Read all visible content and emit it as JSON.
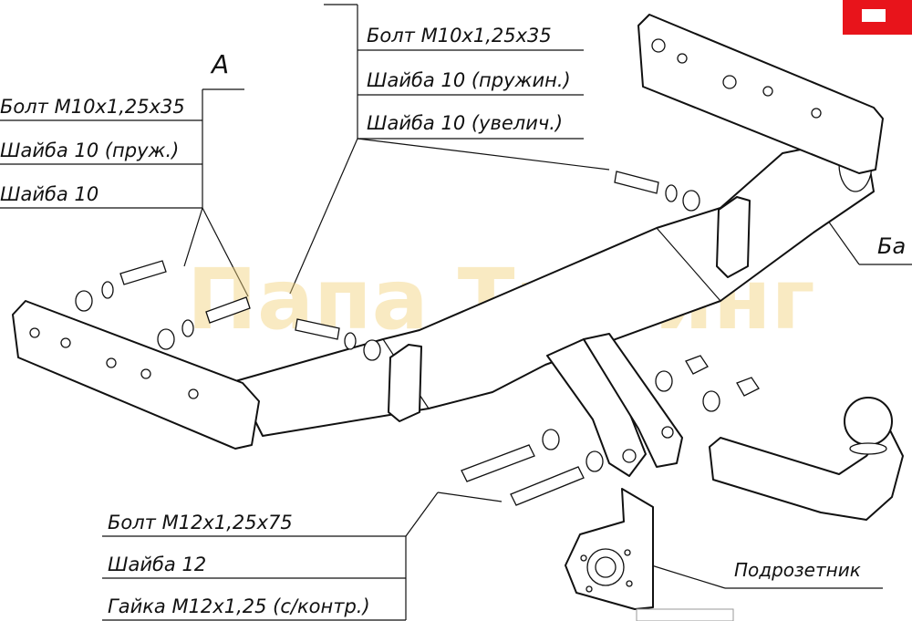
{
  "view_label": "А",
  "labels_left": [
    "Болт М10х1,25х35",
    "Шайба 10 (пруж.)",
    "Шайба 10"
  ],
  "labels_top": [
    "Болт М10х1,25х35",
    "Шайба 10 (пружин.)",
    "Шайба 10 (увелич.)"
  ],
  "labels_bottom": [
    "Болт М12х1,25х75",
    "Шайба 12",
    "Гайка М12х1,25 (с/контр.)"
  ],
  "label_right": "Ба",
  "label_socket": "Подрозетник",
  "watermark": "Папа Тюнинг",
  "colors": {
    "badge": "#e8141b",
    "line": "#111111",
    "watermark": "#f2d27a"
  }
}
